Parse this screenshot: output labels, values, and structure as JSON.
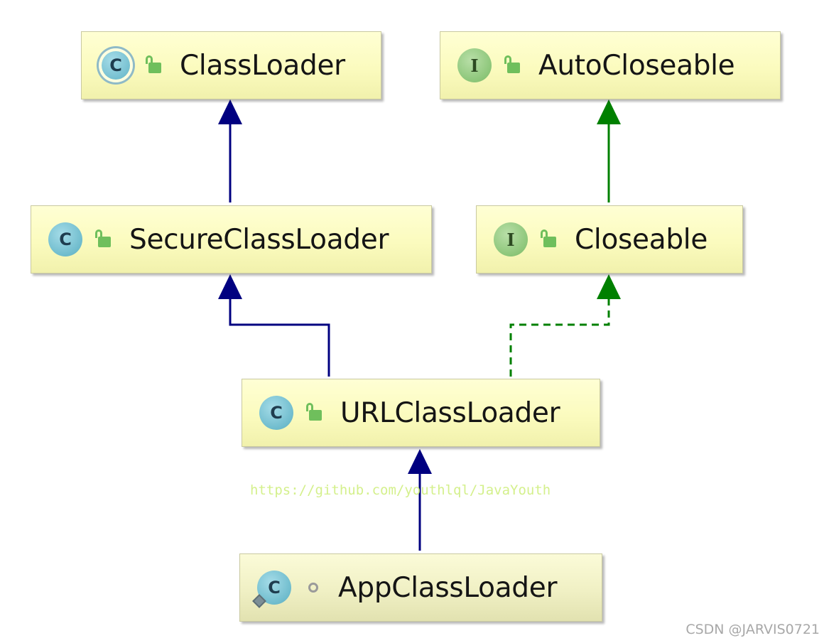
{
  "nodes": {
    "classloader": {
      "name": "ClassLoader",
      "kind": "abstract-class",
      "kind_letter": "C",
      "access": "public"
    },
    "autocloseable": {
      "name": "AutoCloseable",
      "kind": "interface",
      "kind_letter": "I",
      "access": "public"
    },
    "secureclassloader": {
      "name": "SecureClassLoader",
      "kind": "class",
      "kind_letter": "C",
      "access": "public"
    },
    "closeable": {
      "name": "Closeable",
      "kind": "interface",
      "kind_letter": "I",
      "access": "public"
    },
    "urlclassloader": {
      "name": "URLClassLoader",
      "kind": "class",
      "kind_letter": "C",
      "access": "public"
    },
    "appclassloader": {
      "name": "AppClassLoader",
      "kind": "static-class",
      "kind_letter": "C",
      "access": "package-private"
    }
  },
  "edges": [
    {
      "from": "SecureClassLoader",
      "to": "ClassLoader",
      "relation": "extends"
    },
    {
      "from": "Closeable",
      "to": "AutoCloseable",
      "relation": "extends"
    },
    {
      "from": "URLClassLoader",
      "to": "SecureClassLoader",
      "relation": "extends"
    },
    {
      "from": "URLClassLoader",
      "to": "Closeable",
      "relation": "implements"
    },
    {
      "from": "AppClassLoader",
      "to": "URLClassLoader",
      "relation": "extends"
    }
  ],
  "colors": {
    "extends_class": "#000080",
    "extends_interface": "#008000",
    "implements": "#008000",
    "node_fill": "#fbfbbe"
  },
  "watermark": "https://github.com/youthlql/JavaYouth",
  "credit": "CSDN @JARVIS0721"
}
